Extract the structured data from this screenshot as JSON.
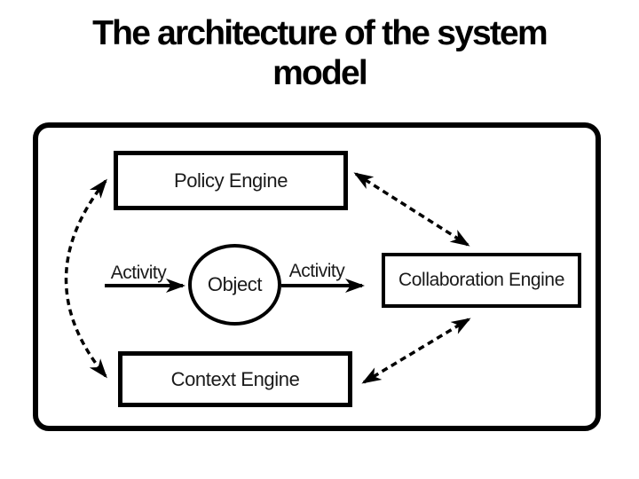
{
  "slide": {
    "background": "#ffffff",
    "title": {
      "line1": "The architecture of the system",
      "line2": "model"
    }
  },
  "diagram": {
    "nodes": {
      "policy_engine": {
        "label": "Policy Engine",
        "shape": "rectangle"
      },
      "object": {
        "label": "Object",
        "shape": "circle"
      },
      "collaboration_engine": {
        "label": "Collaboration Engine",
        "shape": "rectangle"
      },
      "context_engine": {
        "label": "Context Engine",
        "shape": "rectangle"
      }
    },
    "edge_labels": {
      "activity_in": "Activity",
      "activity_out": "Activity"
    },
    "connections": [
      {
        "from": "external",
        "to": "object",
        "label": "Activity",
        "style": "solid-arrow"
      },
      {
        "from": "object",
        "to": "collaboration_engine",
        "label": "Activity",
        "style": "solid-arrow"
      },
      {
        "from": "policy_engine",
        "to": "context_engine",
        "style": "dashed-curved-arrow",
        "bidirectional": true
      },
      {
        "from": "policy_engine",
        "to": "collaboration_engine",
        "style": "dashed-arrow",
        "bidirectional": true
      },
      {
        "from": "context_engine",
        "to": "collaboration_engine",
        "style": "dashed-arrow",
        "bidirectional": true
      }
    ],
    "colors": {
      "line": "#000000",
      "node_fill": "#ffffff",
      "node_border": "#000000",
      "text": "#1a1a1a",
      "title_text": "#000000"
    }
  }
}
